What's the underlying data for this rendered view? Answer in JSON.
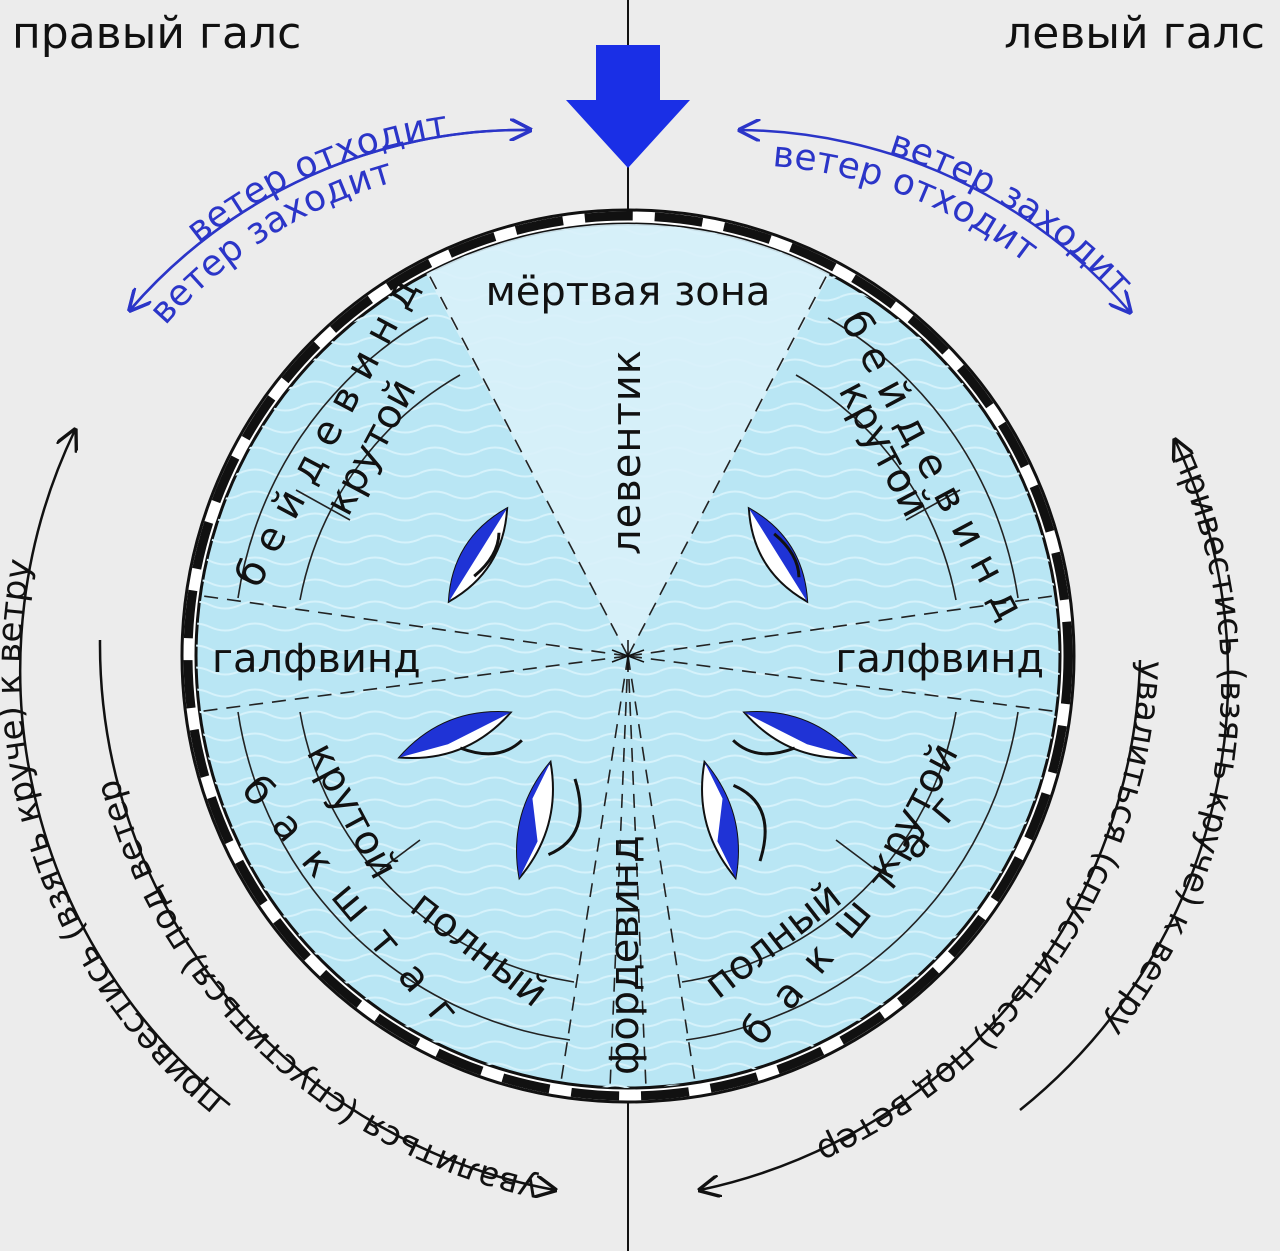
{
  "tacks": {
    "right": "правый галс",
    "left": "левый галс"
  },
  "wind_shift": {
    "veers": "ветер заходит",
    "backs": "ветер отходит"
  },
  "zones": {
    "dead_zone": "мёртвая зона",
    "head_to_wind": "левентик",
    "close_hauled": "бейдевинд",
    "close": "крутой",
    "beam_reach": "галфвинд",
    "broad_reach": "бакштаг",
    "full": "полный",
    "running": "фордевинд"
  },
  "maneuvers": {
    "head_up": "привестись (взять круче) к ветру",
    "bear_away": "увалиться (спуститься) под ветер"
  },
  "colors": {
    "background": "#ececec",
    "water": "#b9e6f4",
    "dead_zone": "#d9f1f9",
    "wind_arrow": "#1a2fe6",
    "blue_text": "#2b35c8",
    "sail_blue": "#1f33d6"
  }
}
